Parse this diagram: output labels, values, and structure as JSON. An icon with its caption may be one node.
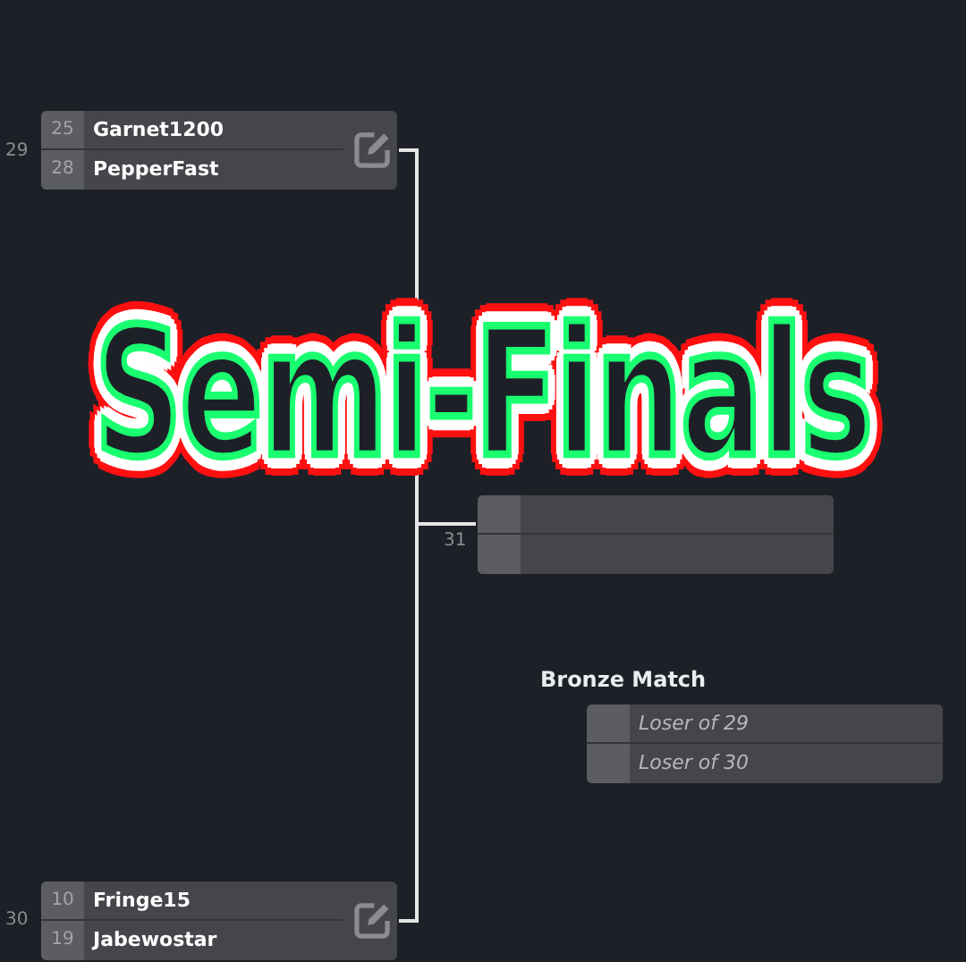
{
  "diagram": {
    "title": "Semi-Finals",
    "nodes": [
      {
        "text": [],
        "shape": "box",
        "beside": [
          "29"
        ]
      },
      {
        "text": [
          "25",
          "Garnet1200"
        ],
        "in": 0
      },
      {
        "text": [
          "28",
          "PepperFast"
        ],
        "in": 0
      },
      {
        "text": [],
        "shape": "box",
        "beside": [
          "30"
        ]
      },
      {
        "text": [
          "10",
          "Fringe15"
        ],
        "in": 3
      },
      {
        "text": [
          "19",
          "Jabewostar"
        ],
        "in": 3
      },
      {
        "text": [],
        "shape": "box",
        "beside": [
          "31"
        ]
      },
      {
        "text": [],
        "shape": "box",
        "in": 6
      },
      {
        "text": [],
        "shape": "box",
        "in": 6
      },
      {
        "text": [
          "Bronze Match"
        ]
      },
      {
        "text": [
          "Loser of 29"
        ],
        "in": 9
      },
      {
        "text": [
          "Loser of 30"
        ],
        "in": 9
      }
    ],
    "edges": [
      {
        "from": 0,
        "to": 6,
        "arrow": "none"
      },
      {
        "from": 3,
        "to": 6,
        "arrow": "none"
      }
    ]
  }
}
